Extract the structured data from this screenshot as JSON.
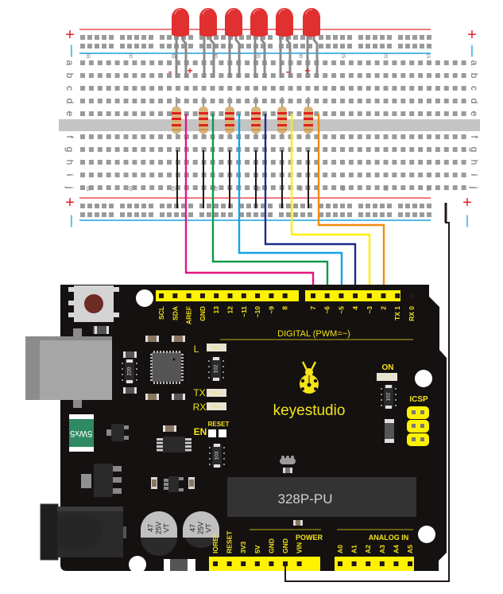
{
  "breadboard": {
    "rail_plus_symbol": "+",
    "rail_minus_symbol": "|",
    "row_labels_top": [
      "a",
      "b",
      "c",
      "d",
      "e"
    ],
    "row_labels_bottom": [
      "f",
      "g",
      "h",
      "i",
      "j"
    ],
    "column_numbers": [
      "60",
      "55",
      "50",
      "45",
      "40",
      "35",
      "30",
      "25",
      "20",
      "15"
    ],
    "led_minus_marker": "-",
    "led_plus_marker": "+"
  },
  "leds": {
    "count": 6,
    "color": "#e03030"
  },
  "resistors": {
    "count": 6
  },
  "wires": [
    {
      "name": "pink",
      "color": "#e6157f",
      "pin": "7"
    },
    {
      "name": "green",
      "color": "#0a9a48",
      "pin": "~6"
    },
    {
      "name": "cyan",
      "color": "#12a3e6",
      "pin": "~5"
    },
    {
      "name": "navy",
      "color": "#1c2a8c",
      "pin": "4"
    },
    {
      "name": "yellow",
      "color": "#ffee00",
      "pin": "~3"
    },
    {
      "name": "orange",
      "color": "#f28a10",
      "pin": "2"
    },
    {
      "name": "black-gnd",
      "color": "#231815",
      "pin": "GND"
    }
  ],
  "arduino": {
    "brand": "keyestudio",
    "chip_label": "328P-PU",
    "digital_header_left": [
      "SCL",
      "SDA",
      "AREF",
      "GND",
      "13",
      "12",
      "~11",
      "~10",
      "~9",
      "8"
    ],
    "digital_header_right": [
      "7",
      "~6",
      "~5",
      "4",
      "~3",
      "2",
      "TX 1",
      "RX 0"
    ],
    "digital_title": "DIGITAL  (PWM=~)",
    "led_labels": {
      "l": "L",
      "tx": "TX",
      "rx": "RX",
      "on": "ON"
    },
    "en_label": "EN",
    "reset_label": "RESET",
    "icsp_label": "ICSP",
    "power_title": "POWER",
    "power_pins": [
      "IOREF",
      "RESET",
      "3V3",
      "5V",
      "GND",
      "GND",
      "VIN"
    ],
    "analog_title": "ANALOG IN",
    "analog_pins": [
      "A0",
      "A1",
      "A2",
      "A3",
      "A4",
      "A5"
    ],
    "resistor_codes": {
      "r220": "220",
      "r102a": "102",
      "r102b": "102",
      "r103": "103"
    },
    "fuse_label": "5Wx5",
    "capacitor_label": [
      "47",
      "25V",
      "VT"
    ]
  },
  "colors": {
    "board": "#141110",
    "header": "#fff200",
    "label_yellow": "#f5e31a",
    "rail_red": "#e8505a",
    "rail_blue": "#1aa0e0",
    "hole": "#9a9a9a"
  }
}
